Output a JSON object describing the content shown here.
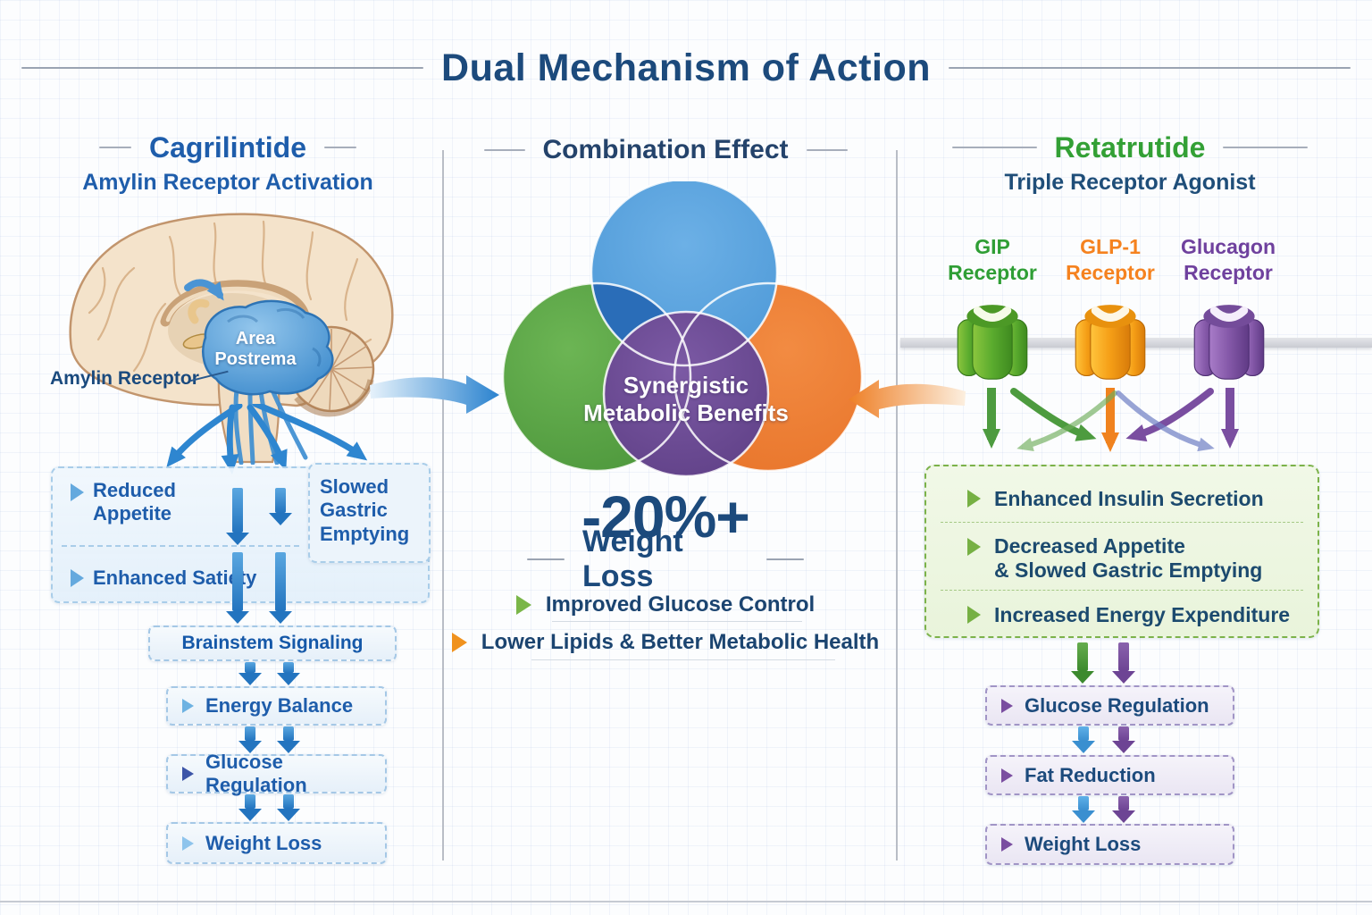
{
  "title": "Dual Mechanism of Action",
  "left_column": {
    "drug_name": "Cagrilintide",
    "subtitle": "Amylin Receptor Activation",
    "brain": {
      "region_label": "Area Postrema",
      "receptor_label": "Amylin Receptor"
    },
    "effect_items": [
      {
        "label": "Reduced Appetite"
      },
      {
        "label": "Slowed Gastric Emptying"
      },
      {
        "label": "Enhanced Satiety"
      }
    ],
    "flow_steps": [
      {
        "label": "Brainstem Signaling"
      },
      {
        "label": "Energy Balance"
      },
      {
        "label": "Glucose Regulation"
      },
      {
        "label": "Weight Loss"
      }
    ]
  },
  "center_column": {
    "header": "Combination Effect",
    "venn_label": "Synergistic Metabolic Benefits",
    "stat_value": "-20%+",
    "stat_label": "Weight Loss",
    "benefits": [
      {
        "label": "Improved Glucose Control"
      },
      {
        "label": "Lower Lipids & Better Metabolic Health"
      }
    ]
  },
  "right_column": {
    "drug_name": "Retatrutide",
    "subtitle": "Triple Receptor Agonist",
    "receptors": [
      {
        "name": "GIP",
        "type": "Receptor"
      },
      {
        "name": "GLP-1",
        "type": "Receptor"
      },
      {
        "name": "Glucagon",
        "type": "Receptor"
      }
    ],
    "effect_items": [
      {
        "lines": [
          "Enhanced Insulin Secretion"
        ]
      },
      {
        "lines": [
          "Decreased Appetite",
          "& Slowed Gastric Emptying"
        ]
      },
      {
        "lines": [
          "Increased Energy Expenditure"
        ]
      }
    ],
    "flow_steps": [
      {
        "label": "Glucose Regulation"
      },
      {
        "label": "Fat Reduction"
      },
      {
        "label": "Weight Loss"
      }
    ]
  },
  "colors": {
    "title_navy": "#1c4a7c",
    "cagrilintide_blue": "#1e5dab",
    "retatrutide_green": "#33a035",
    "gip_green": "#2f9e35",
    "glp1_orange": "#f5821f",
    "glucagon_purple": "#6f419e",
    "venn_blue": "#5ba4e0",
    "venn_green": "#57a546",
    "venn_orange": "#ee7f35",
    "venn_purple": "#6d4c93",
    "arrow_blue": "#2e86d0"
  }
}
